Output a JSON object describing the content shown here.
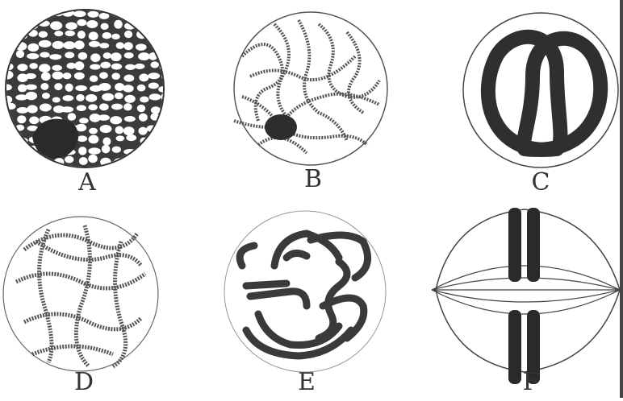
{
  "figure": {
    "panels": [
      {
        "id": "A",
        "label": "A"
      },
      {
        "id": "B",
        "label": "B"
      },
      {
        "id": "C",
        "label": "C"
      },
      {
        "id": "D",
        "label": "D"
      },
      {
        "id": "E",
        "label": "E"
      },
      {
        "id": "F",
        "label": "F"
      }
    ]
  },
  "colors": {
    "ink": "#2f2f2f",
    "dark_fill": "#3a3a3a",
    "outline": "#444444",
    "background": "#ffffff"
  }
}
